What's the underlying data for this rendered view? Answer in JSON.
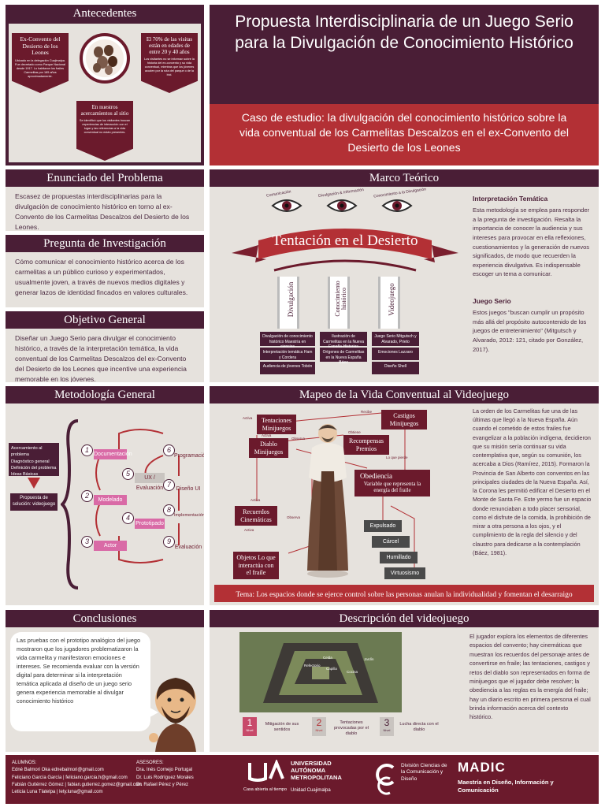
{
  "antecedentes": {
    "title": "Antecedentes",
    "left_heading": "Ex-Convento del Desierto de los Leones",
    "left_sub": "Ubicado en la delegación Cuajimalpa. Fue decretado como Parque Nacional desde 1917. Lo habitaron los frailes Carmelitas por 185 años aproximadamente.",
    "right_heading": "El 70% de las visitas están en edades de entre 20 y 40 años",
    "right_sub": "Los visitantes no se informan sobre la historia del ex-convento y su vida conventual, mientras que los jóvenes acuden por la ruta del parque o de la bici.",
    "bottom_heading": "En nuestros acercamientos al sitio",
    "bottom_sub": "Se identificó que los visitantes buscan experiencias de interacción con el lugar y las referencias a la vida conventual no están presentes."
  },
  "title": {
    "main": "Propuesta Interdisciplinaria de un Juego Serio para la Divulgación de Conocimiento Histórico",
    "subtitle": "Caso de estudio: la divulgación del conocimiento histórico sobre la vida conventual de los Carmelitas Descalzos en el ex-Convento del Desierto de los Leones"
  },
  "problema": {
    "title": "Enunciado del Problema",
    "text": "Escasez de propuestas interdisciplinarias para la divulgación de conocimiento histórico en torno al ex-Convento de los Carmelitas Descalzos del Desierto de los Leones."
  },
  "pregunta": {
    "title": "Pregunta de Investigación",
    "text": "Cómo comunicar el conocimiento histórico acerca de los carmelitas a un público curioso y experimentados, usualmente joven, a través de nuevos medios digitales y generar lazos de identidad fincados en valores culturales."
  },
  "objetivo": {
    "title": "Objetivo General",
    "text": "Diseñar un Juego Serio para divulgar el conocimiento histórico, a través de la interpretación temática, la vida conventual de los Carmelitas Descalzos del ex-Convento del Desierto de los Leones que incentive una experiencia memorable en los jóvenes."
  },
  "marco": {
    "title": "Marco Teórico",
    "eye_labels": [
      "Comunicación",
      "Divulgación & Información",
      "Conocimiento a la Divulgación"
    ],
    "ribbon": "Tentación en el Desierto",
    "pillars": [
      "Divulgación",
      "Conocimiento histórico",
      "Videojuego"
    ],
    "boxes_left": [
      "Divulgación de conocimiento histórico Maestría en ciencias",
      "Interpretación temática Ham y Cordera",
      "Audiencia de jóvenes Tobón"
    ],
    "boxes_mid": [
      "Ilustración de Carmelitas en la Nueva España Historias",
      "Orígenes de Carmelitas en la Nueva España Báez"
    ],
    "boxes_right": [
      "Juego Serio Mitgutsch y Alvarado, Prieto",
      "Emociones Lazzaro",
      "Diseño Shell"
    ],
    "h1": "Interpretación Temática",
    "p1": "Esta metodología se emplea para responder a la pregunta de investigación. Resalta la importancia de conocer la audiencia y sus intereses para provocar en ella reflexiones, cuestionamientos y la generación de nuevos significados, de modo que recuerden la experiencia divulgativa. Es indispensable escoger un tema a comunicar.",
    "h2": "Juego Serio",
    "p2": "Estos juegos \"buscan cumplir un propósito más allá del propósito autocontenido de los juegos de entretenimiento\" (Mitgutsch y Alvarado, 2012: 121, citado por González, 2017)."
  },
  "metodologia": {
    "title": "Metodología General",
    "bullets": [
      "Acercamiento al problema",
      "Diagnóstico general",
      "Definición del problema",
      "Ideas Básicas"
    ],
    "proposal": "Propuesta de solución: videojuego",
    "steps": [
      "Documentación",
      "Modelado",
      "Actor",
      "Prototipado",
      "UX / Evaluación",
      "Programación",
      "Diseño UI",
      "Implementación",
      "Evaluación"
    ],
    "numbers": [
      "1",
      "2",
      "3",
      "4",
      "5",
      "6",
      "7",
      "8",
      "9"
    ]
  },
  "mapeo": {
    "title": "Mapeo de la Vida Conventual al Videojuego",
    "tentaciones": "Tentaciones Minijuegos",
    "diablo": "Diablo Minijuegos",
    "castigos": "Castigos Minijuegos",
    "recompensas": "Recompensas Premios",
    "obediencia": "Obediencia",
    "obediencia_sub": "Variable que representa la energía del fraile",
    "recuerdos": "Recuerdos Cinemáticas",
    "objetos": "Objetos Lo que interactúa con el fraile",
    "expulsado": "Expulsado",
    "carcel": "Cárcel",
    "humillado": "Humillado",
    "virtuosismo": "Virtuosismo",
    "labels": [
      "Activa",
      "Activa",
      "Observa",
      "Recibe",
      "Obtiene",
      "Lo que pierde",
      "Activa",
      "Activa",
      "Observa"
    ],
    "text": "La orden de los Carmelitas fue una de las últimas que llegó a la Nueva España. Aún cuando el cometido de estos frailes fue evangelizar a la población indígena, decidieron que su misión sería continuar su vida contemplativa que, según su comunión, los acercaba a Dios (Ramírez, 2015). Formaron la Provincia de San Alberto con conventos en las principales ciudades de la Nueva España. Así, la Corona les permitió edificar el Desierto en el Monte de Santa Fe. Este yermo fue un espacio donde renunciaban a todo placer sensorial, como el disfrute de la comida, la prohibición de mirar a otra persona a los ojos, y el cumplimiento de la regla del silencio y del claustro para dedicarse a la contemplación (Báez, 1981).",
    "banner": "Tema: Los espacios donde se ejerce control sobre las personas  anulan la individualidad y fomentan el desarraigo"
  },
  "conclusiones": {
    "title": "Conclusiones",
    "text": "Las pruebas con el prototipo analógico del juego mostraron que los jugadores problematizaron la vida carmelita y manifestaron emociones e intereses. Se recomienda evaluar con la versión digital para determinar si la interpretación temática aplicada al diseño de un juego serio genera experiencia memorable al divulgar conocimiento histórico"
  },
  "descripcion": {
    "title": "Descripción del videojuego",
    "map_labels": [
      "Celda",
      "Jardín",
      "Refectorio",
      "Capilla",
      "Cocina"
    ],
    "steps": [
      {
        "num": "1",
        "tag": "Nivel",
        "text": "Mitigación de sus sentidos"
      },
      {
        "num": "2",
        "tag": "Nivel",
        "text": "Tentaciones provocadas por el diablo"
      },
      {
        "num": "3",
        "tag": "Nivel",
        "text": "Lucha directa con el diablo"
      }
    ],
    "text": "El jugador explora los elementos de diferentes espacios del convento; hay cinemáticas que muestran los recuerdos del personaje antes de convertirse en fraile; las tentaciones, castigos y retos del diablo son representados en forma de minijuegos que el jugador debe resolver; la obediencia a las reglas es la energía del fraile; hay un diario escrito en primera persona el cual brinda información acerca del contexto histórico."
  },
  "footer": {
    "alumnos_title": "ALUMNOS:",
    "alumnos": [
      "Edné Balmori Oka  ednebalmori@gmail.com",
      "Feliciano García García  |  feliciano.garcia.h@gmail.com",
      "Fabián Gutiérrez Gómez  |  fabian.gutierrez.gomez@gmail.com",
      "Leticia Luna Tlatelpa  |  lety.luna@gmail.com"
    ],
    "asesores_title": "ASESORES:",
    "asesores": [
      "Dra. Inés Cornejo Portugal",
      "Dr. Luis Rodríguez Morales",
      "Dr. Rafael Pérez y Pérez"
    ],
    "uam_motto": "Casa abierta al tiempo",
    "uam_name": "UNIVERSIDAD AUTÓNOMA METROPOLITANA",
    "uam_unit": "Unidad Cuajimalpa",
    "division": "División Ciencias de la Comunicación y Diseño",
    "madic": "MADIC",
    "madic_sub": "Maestría en Diseño, Información y Comunicación"
  },
  "colors": {
    "maroon": "#4a1e36",
    "red": "#b33035",
    "beige": "#e6e2dd",
    "pink": "#d96aa6"
  }
}
